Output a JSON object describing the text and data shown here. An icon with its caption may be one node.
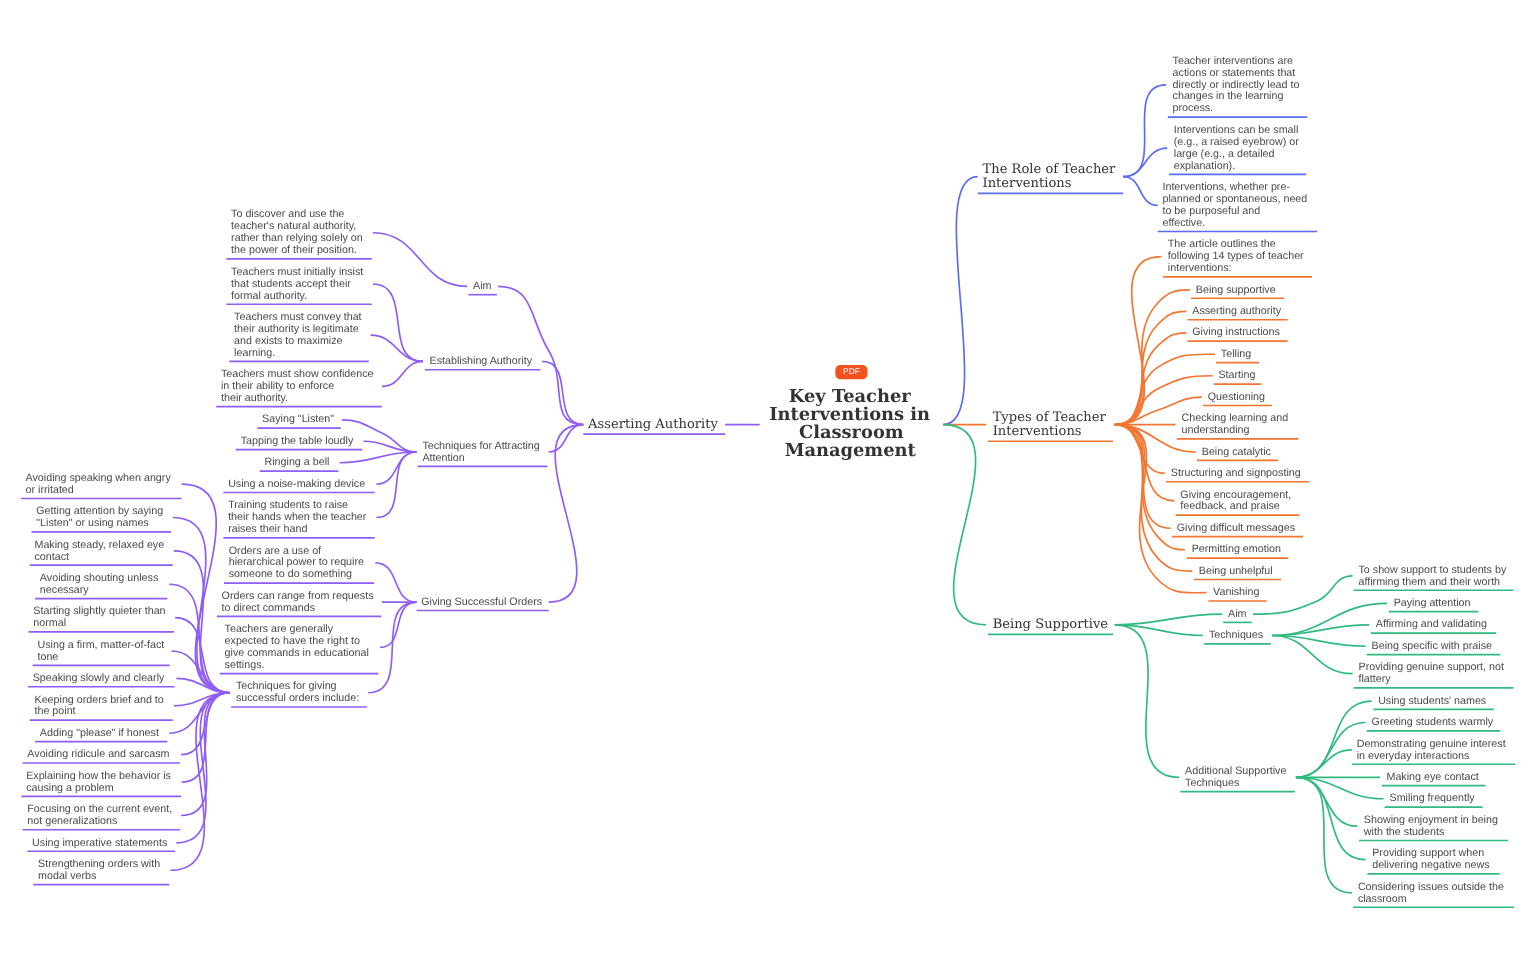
{
  "diagram": {
    "nodes": [
      {
        "text": [
          "Key Teacher Interventions in Classroom Management"
        ]
      },
      {
        "text": [
          "Asserting Authority"
        ]
      },
      {
        "text": [
          "Aim"
        ]
      },
      {
        "text": [
          "To discover and use the teacher's natural authority, rather than relying solely on the power of their position."
        ]
      },
      {
        "text": [
          "Establishing Authority"
        ]
      },
      {
        "text": [
          "Teachers must initially insist that students accept their formal authority."
        ]
      },
      {
        "text": [
          "Teachers must convey that their authority is legitimate and exists to maximize learning."
        ]
      },
      {
        "text": [
          "Teachers must show confidence in their ability to enforce their authority."
        ]
      },
      {
        "text": [
          "Techniques for Attracting Attention"
        ]
      },
      {
        "text": [
          "Saying \"Listen\""
        ]
      },
      {
        "text": [
          "Tapping the table loudly"
        ]
      },
      {
        "text": [
          "Ringing a bell"
        ]
      },
      {
        "text": [
          "Using a noise-making device"
        ]
      },
      {
        "text": [
          "Training students to raise their hands when the teacher raises their hand"
        ]
      },
      {
        "text": [
          "Giving Successful Orders"
        ]
      },
      {
        "text": [
          "Orders are a use of hierarchical power to require someone to do something"
        ]
      },
      {
        "text": [
          "Orders can range from requests to direct commands"
        ]
      },
      {
        "text": [
          "Teachers are generally expected to have the right to give commands in educational settings."
        ]
      },
      {
        "text": [
          "Techniques for giving successful orders include:"
        ]
      },
      {
        "text": [
          "Avoiding speaking when angry or irritated"
        ]
      },
      {
        "text": [
          "Getting attention by saying \"Listen\" or using names"
        ]
      },
      {
        "text": [
          "Making steady, relaxed eye contact"
        ]
      },
      {
        "text": [
          "Avoiding shouting unless necessary"
        ]
      },
      {
        "text": [
          "Starting slightly quieter than normal"
        ]
      },
      {
        "text": [
          "Using a firm, matter-of-fact tone"
        ]
      },
      {
        "text": [
          "Speaking slowly and clearly"
        ]
      },
      {
        "text": [
          "Keeping orders brief and to the point"
        ]
      },
      {
        "text": [
          "Adding \"please\" if honest"
        ]
      },
      {
        "text": [
          "Avoiding ridicule and sarcasm"
        ]
      },
      {
        "text": [
          "Explaining how the behavior is causing a problem"
        ]
      },
      {
        "text": [
          "Focusing on the current event, not generalizations"
        ]
      },
      {
        "text": [
          "Using imperative statements"
        ]
      },
      {
        "text": [
          "Strengthening orders with modal verbs"
        ]
      },
      {
        "text": [
          "The Role of Teacher Interventions"
        ]
      },
      {
        "text": [
          "Teacher interventions are actions or statements that directly or indirectly lead to changes in the learning process."
        ]
      },
      {
        "text": [
          "Interventions can be small (e.g., a raised eyebrow) or large (e.g., a detailed explanation)."
        ]
      },
      {
        "text": [
          "Interventions, whether pre-planned or spontaneous, need to be purposeful and effective."
        ]
      },
      {
        "text": [
          "Types of Teacher Interventions"
        ]
      },
      {
        "text": [
          "The article outlines the following 14 types of teacher interventions:"
        ]
      },
      {
        "text": [
          "Being supportive"
        ]
      },
      {
        "text": [
          "Asserting authority"
        ]
      },
      {
        "text": [
          "Giving instructions"
        ]
      },
      {
        "text": [
          "Telling"
        ]
      },
      {
        "text": [
          "Starting"
        ]
      },
      {
        "text": [
          "Questioning"
        ]
      },
      {
        "text": [
          "Checking learning and understanding"
        ]
      },
      {
        "text": [
          "Being catalytic"
        ]
      },
      {
        "text": [
          "Structuring and signposting"
        ]
      },
      {
        "text": [
          "Giving encouragement, feedback, and praise"
        ]
      },
      {
        "text": [
          "Giving difficult messages"
        ]
      },
      {
        "text": [
          "Permitting emotion"
        ]
      },
      {
        "text": [
          "Being unhelpful"
        ]
      },
      {
        "text": [
          "Vanishing"
        ]
      },
      {
        "text": [
          "Being Supportive"
        ]
      },
      {
        "text": [
          "Aim"
        ]
      },
      {
        "text": [
          "To show support to students by affirming them and their worth"
        ]
      },
      {
        "text": [
          "Techniques"
        ]
      },
      {
        "text": [
          "Paying attention"
        ]
      },
      {
        "text": [
          "Affirming and validating"
        ]
      },
      {
        "text": [
          "Being specific with praise"
        ]
      },
      {
        "text": [
          "Providing genuine support, not flattery"
        ]
      },
      {
        "text": [
          "Additional Supportive Techniques"
        ]
      },
      {
        "text": [
          "Using students' names"
        ]
      },
      {
        "text": [
          "Greeting students warmly"
        ]
      },
      {
        "text": [
          "Demonstrating genuine interest in everyday interactions"
        ]
      },
      {
        "text": [
          "Making eye contact"
        ]
      },
      {
        "text": [
          "Smiling frequently"
        ]
      },
      {
        "text": [
          "Showing enjoyment in being with the students"
        ]
      },
      {
        "text": [
          "Providing support when delivering negative news"
        ]
      },
      {
        "text": [
          "Considering issues outside the classroom"
        ]
      }
    ],
    "edges": [
      {
        "from": 1,
        "to": 0,
        "arrow": "none"
      },
      {
        "from": 2,
        "to": 1,
        "arrow": "none"
      },
      {
        "from": 3,
        "to": 2,
        "arrow": "none"
      },
      {
        "from": 4,
        "to": 1,
        "arrow": "none"
      },
      {
        "from": 5,
        "to": 4,
        "arrow": "none"
      },
      {
        "from": 6,
        "to": 4,
        "arrow": "none"
      },
      {
        "from": 7,
        "to": 4,
        "arrow": "none"
      },
      {
        "from": 8,
        "to": 1,
        "arrow": "none"
      },
      {
        "from": 9,
        "to": 8,
        "arrow": "none"
      },
      {
        "from": 10,
        "to": 8,
        "arrow": "none"
      },
      {
        "from": 11,
        "to": 8,
        "arrow": "none"
      },
      {
        "from": 12,
        "to": 8,
        "arrow": "none"
      },
      {
        "from": 13,
        "to": 8,
        "arrow": "none"
      },
      {
        "from": 14,
        "to": 1,
        "arrow": "none"
      },
      {
        "from": 15,
        "to": 14,
        "arrow": "none"
      },
      {
        "from": 16,
        "to": 14,
        "arrow": "none"
      },
      {
        "from": 17,
        "to": 14,
        "arrow": "none"
      },
      {
        "from": 18,
        "to": 14,
        "arrow": "none"
      },
      {
        "from": 19,
        "to": 18,
        "arrow": "none"
      },
      {
        "from": 20,
        "to": 18,
        "arrow": "none"
      },
      {
        "from": 21,
        "to": 18,
        "arrow": "none"
      },
      {
        "from": 22,
        "to": 18,
        "arrow": "none"
      },
      {
        "from": 23,
        "to": 18,
        "arrow": "none"
      },
      {
        "from": 24,
        "to": 18,
        "arrow": "none"
      },
      {
        "from": 25,
        "to": 18,
        "arrow": "none"
      },
      {
        "from": 26,
        "to": 18,
        "arrow": "none"
      },
      {
        "from": 27,
        "to": 18,
        "arrow": "none"
      },
      {
        "from": 28,
        "to": 18,
        "arrow": "none"
      },
      {
        "from": 29,
        "to": 18,
        "arrow": "none"
      },
      {
        "from": 30,
        "to": 18,
        "arrow": "none"
      },
      {
        "from": 31,
        "to": 18,
        "arrow": "none"
      },
      {
        "from": 32,
        "to": 18,
        "arrow": "none"
      },
      {
        "from": 0,
        "to": 33,
        "arrow": "none",
        "color": "#5a6cf2"
      },
      {
        "from": 33,
        "to": 34,
        "arrow": "none",
        "color": "#5a6cf2"
      },
      {
        "from": 33,
        "to": 35,
        "arrow": "none",
        "color": "#5a6cf2"
      },
      {
        "from": 33,
        "to": 36,
        "arrow": "none",
        "color": "#5a6cf2"
      },
      {
        "from": 0,
        "to": 37,
        "arrow": "none",
        "color": "#f47530"
      },
      {
        "from": 37,
        "to": 38,
        "arrow": "none",
        "color": "#f47530"
      },
      {
        "from": 37,
        "to": 39,
        "arrow": "none",
        "color": "#f47530"
      },
      {
        "from": 37,
        "to": 40,
        "arrow": "none",
        "color": "#f47530"
      },
      {
        "from": 37,
        "to": 41,
        "arrow": "none",
        "color": "#f47530"
      },
      {
        "from": 37,
        "to": 42,
        "arrow": "none",
        "color": "#f47530"
      },
      {
        "from": 37,
        "to": 43,
        "arrow": "none",
        "color": "#f47530"
      },
      {
        "from": 37,
        "to": 44,
        "arrow": "none",
        "color": "#f47530"
      },
      {
        "from": 37,
        "to": 45,
        "arrow": "none",
        "color": "#f47530"
      },
      {
        "from": 37,
        "to": 46,
        "arrow": "none",
        "color": "#f47530"
      },
      {
        "from": 37,
        "to": 47,
        "arrow": "none",
        "color": "#f47530"
      },
      {
        "from": 37,
        "to": 48,
        "arrow": "none",
        "color": "#f47530"
      },
      {
        "from": 37,
        "to": 49,
        "arrow": "none",
        "color": "#f47530"
      },
      {
        "from": 37,
        "to": 50,
        "arrow": "none",
        "color": "#f47530"
      },
      {
        "from": 37,
        "to": 51,
        "arrow": "none",
        "color": "#f47530"
      },
      {
        "from": 37,
        "to": 52,
        "arrow": "none",
        "color": "#f47530"
      },
      {
        "from": 0,
        "to": 53,
        "arrow": "none",
        "color": "#2fba80"
      },
      {
        "from": 53,
        "to": 54,
        "arrow": "none",
        "color": "#2fba80"
      },
      {
        "from": 54,
        "to": 55,
        "arrow": "none",
        "color": "#2fba80"
      },
      {
        "from": 53,
        "to": 56,
        "arrow": "none",
        "color": "#2fba80"
      },
      {
        "from": 56,
        "to": 57,
        "arrow": "none",
        "color": "#2fba80"
      },
      {
        "from": 56,
        "to": 58,
        "arrow": "none",
        "color": "#2fba80"
      },
      {
        "from": 56,
        "to": 59,
        "arrow": "none",
        "color": "#2fba80"
      },
      {
        "from": 56,
        "to": 60,
        "arrow": "none",
        "color": "#2fba80"
      },
      {
        "from": 53,
        "to": 61,
        "arrow": "none",
        "color": "#2fba80"
      },
      {
        "from": 61,
        "to": 62,
        "arrow": "none",
        "color": "#2fba80"
      },
      {
        "from": 61,
        "to": 63,
        "arrow": "none",
        "color": "#2fba80"
      },
      {
        "from": 61,
        "to": 64,
        "arrow": "none",
        "color": "#2fba80"
      },
      {
        "from": 61,
        "to": 65,
        "arrow": "none",
        "color": "#2fba80"
      },
      {
        "from": 61,
        "to": 66,
        "arrow": "none",
        "color": "#2fba80"
      },
      {
        "from": 61,
        "to": 67,
        "arrow": "none",
        "color": "#2fba80"
      },
      {
        "from": 61,
        "to": 68,
        "arrow": "none",
        "color": "#2fba80"
      },
      {
        "from": 61,
        "to": 69,
        "arrow": "none",
        "color": "#2fba80"
      }
    ],
    "labels": [
      "PDF"
    ]
  }
}
